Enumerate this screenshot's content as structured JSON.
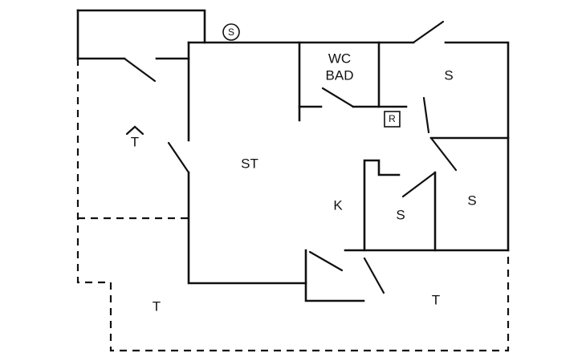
{
  "rooms": {
    "terrace_left": "T",
    "living": "ST",
    "wc": "WC",
    "bath": "BAD",
    "bedroom_top": "S",
    "kitchen": "K",
    "bedroom_small": "S",
    "bedroom_right": "S",
    "terrace_bottom_left": "T",
    "terrace_bottom_right": "T"
  },
  "symbols": {
    "circle_symbol": "S",
    "box_symbol": "R"
  }
}
